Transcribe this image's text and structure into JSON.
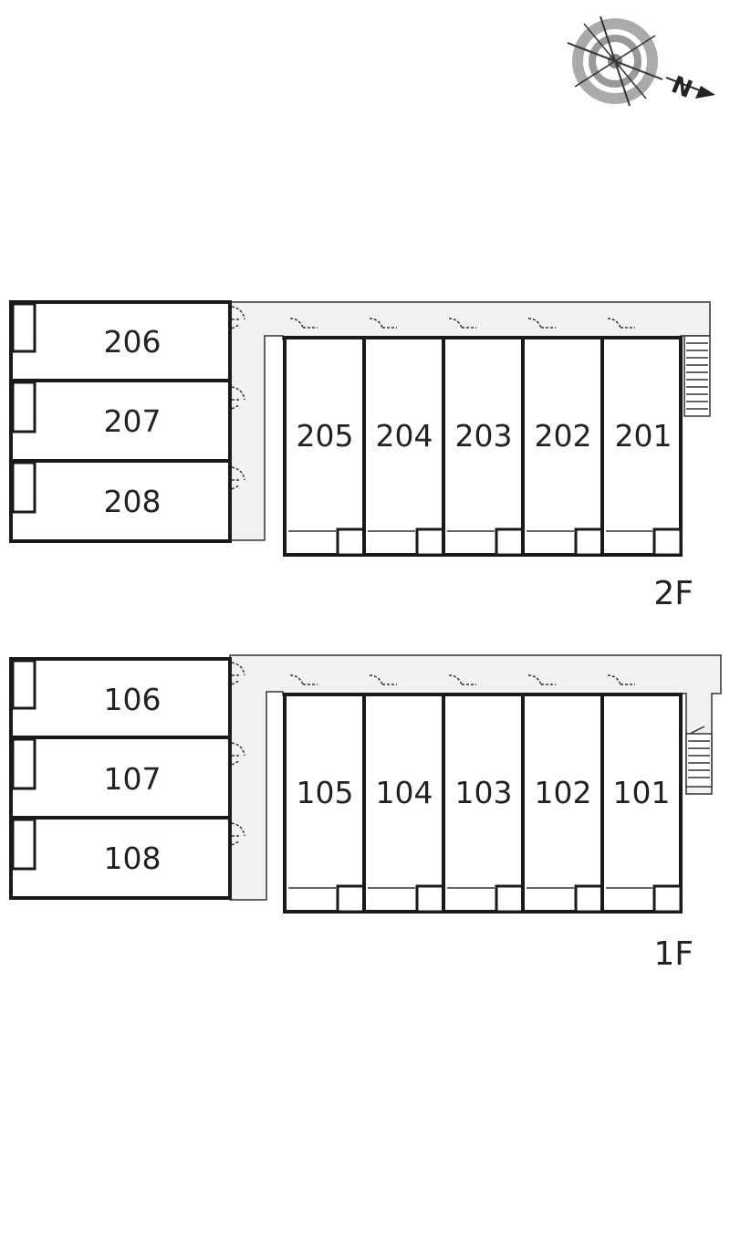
{
  "compass": {
    "north_label": "N"
  },
  "floors": [
    {
      "label": "2F",
      "left_units": [
        "206",
        "207",
        "208"
      ],
      "right_units": [
        "205",
        "204",
        "203",
        "202",
        "201"
      ]
    },
    {
      "label": "1F",
      "left_units": [
        "106",
        "107",
        "108"
      ],
      "right_units": [
        "105",
        "104",
        "103",
        "102",
        "101"
      ]
    }
  ],
  "colors": {
    "wall": "#1a1a1a",
    "corridor": "#f1f1f1",
    "text": "#222222"
  }
}
